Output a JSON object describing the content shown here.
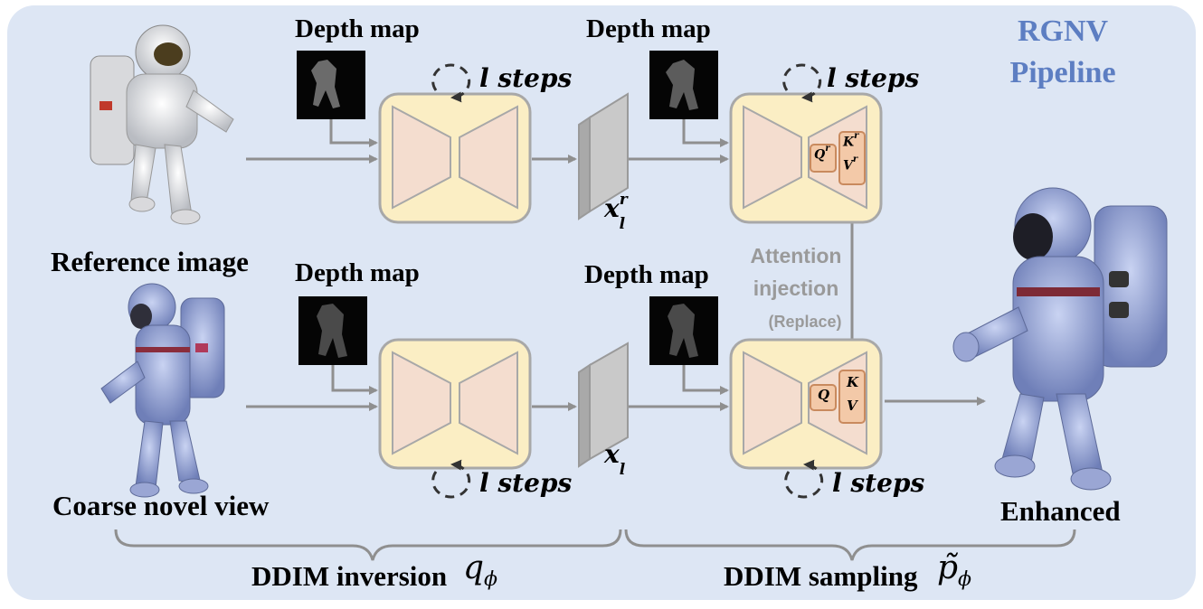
{
  "title_line1": "RGNV",
  "title_line2": "Pipeline",
  "labels": {
    "reference_image": "Reference image",
    "coarse_novel_view": "Coarse novel view",
    "enhanced": "Enhanced",
    "depth_map": "Depth map",
    "l_steps": "l steps",
    "attention_injection_1": "Attention",
    "attention_injection_2": "injection",
    "replace": "(Replace)",
    "ddim_inversion": "DDIM inversion",
    "ddim_sampling": "DDIM sampling"
  },
  "symbols": {
    "x": "x",
    "x_sup": "r",
    "x_sub": "l",
    "q_phi": "q",
    "q_phi_sub": "ϕ",
    "p_phi": "p̃",
    "p_phi_sub": "ϕ",
    "Q": "Q",
    "K": "K",
    "V": "V",
    "r": "r"
  },
  "colors": {
    "panel": "#dde6f4",
    "title": "#5d7ec2",
    "unet_box": "#fbeec4",
    "unet_border": "#a8a8a8",
    "trapezoid": "#f4ddcf",
    "qkv_box": "#f3c9a8",
    "qkv_border": "#c98a5e",
    "latent": "#bdbdbd",
    "arrow": "#8f8f8f"
  }
}
